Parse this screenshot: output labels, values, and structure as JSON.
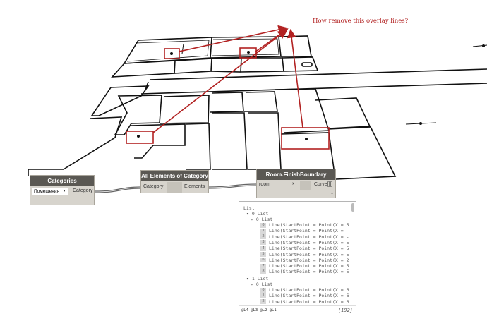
{
  "annotation": {
    "text": "How remove this overlay lines?",
    "color": "#b22222"
  },
  "nodes": {
    "categories": {
      "title": "Categories",
      "dropdown_value": "Помещения",
      "output_port": "Category"
    },
    "all_elements": {
      "title": "All Elements of Category",
      "input_port": "Category",
      "output_port": "Elements"
    },
    "finish_boundary": {
      "title": "Room.FinishBoundary",
      "input_port": "room",
      "input_arrow": "›",
      "output_port": "Curve[][]",
      "lacing": "⌄"
    }
  },
  "watch": {
    "root": "List",
    "sublist0": {
      "index": "0",
      "label": "List"
    },
    "sublist0_0": {
      "index": "0",
      "label": "List"
    },
    "lines_a": [
      {
        "index": "0",
        "text": "Line(StartPoint = Point(X = 5"
      },
      {
        "index": "1",
        "text": "Line(StartPoint = Point(X = -"
      },
      {
        "index": "2",
        "text": "Line(StartPoint = Point(X = -"
      },
      {
        "index": "3",
        "text": "Line(StartPoint = Point(X = 5"
      },
      {
        "index": "4",
        "text": "Line(StartPoint = Point(X = 5"
      },
      {
        "index": "5",
        "text": "Line(StartPoint = Point(X = 5"
      },
      {
        "index": "6",
        "text": "Line(StartPoint = Point(X = 2"
      },
      {
        "index": "7",
        "text": "Line(StartPoint = Point(X = 5"
      },
      {
        "index": "8",
        "text": "Line(StartPoint = Point(X = 5"
      }
    ],
    "sublist1": {
      "index": "1",
      "label": "List"
    },
    "sublist1_0": {
      "index": "0",
      "label": "List"
    },
    "lines_b": [
      {
        "index": "0",
        "text": "Line(StartPoint = Point(X = 6"
      },
      {
        "index": "1",
        "text": "Line(StartPoint = Point(X = 6"
      },
      {
        "index": "2",
        "text": "Line(StartPoint = Point(X = 6"
      }
    ],
    "levels": "@L4 @L3 @L2 @L1",
    "count": "{192}"
  },
  "colors": {
    "highlight": "#b22222",
    "node_header": "#5a5853",
    "node_body": "#d7d4cd",
    "wire": "#666666"
  }
}
